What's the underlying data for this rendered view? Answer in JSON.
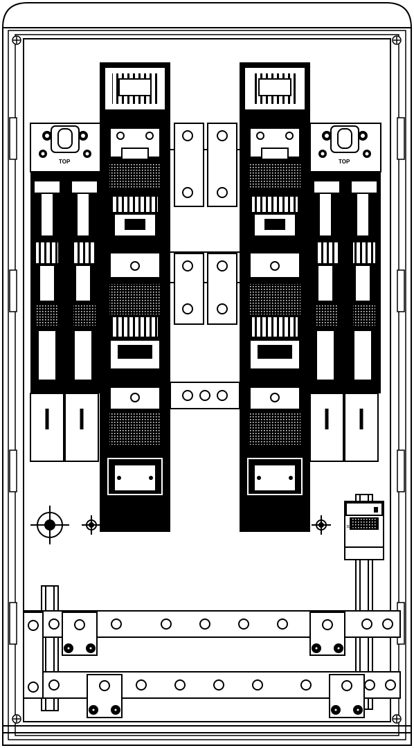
{
  "labels": {
    "top_left": "TOP",
    "top_right": "TOP",
    "module_code": "3LP/02"
  },
  "colors": {
    "line": "#000000",
    "background": "#ffffff"
  },
  "icons": [
    "crosshair-icon",
    "earth-terminal-icon",
    "bolt-icon"
  ]
}
